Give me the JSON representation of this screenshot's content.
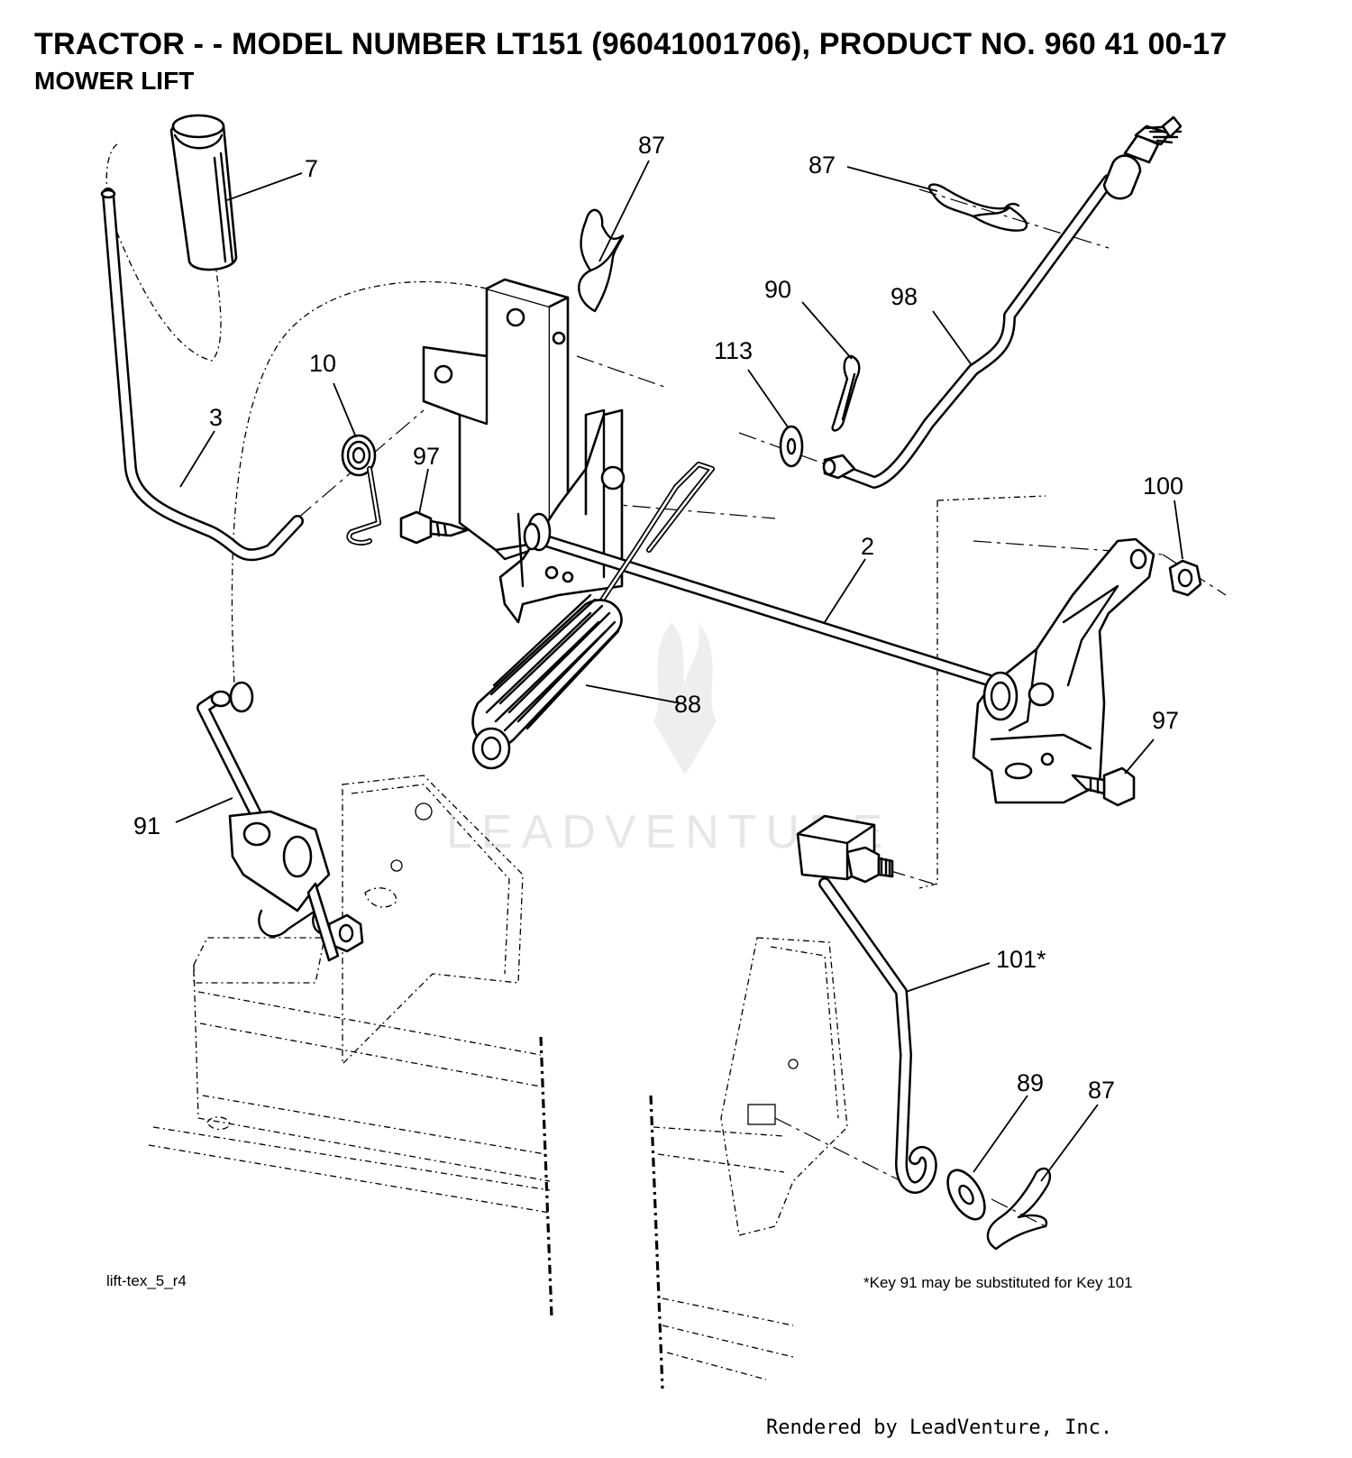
{
  "header": {
    "title": "TRACTOR - - MODEL NUMBER LT151 (96041001706), PRODUCT NO. 960 41 00-17",
    "subtitle": "MOWER LIFT"
  },
  "callouts": {
    "c7": "7",
    "c87a": "87",
    "c87b": "87",
    "c90": "90",
    "c98": "98",
    "c113": "113",
    "c10": "10",
    "c3": "3",
    "c97a": "97",
    "c100": "100",
    "c2": "2",
    "c88": "88",
    "c97b": "97",
    "c91": "91",
    "c101": "101*",
    "c89": "89",
    "c87c": "87"
  },
  "footer": {
    "drawing_ref": "lift-tex_5_r4",
    "note": "*Key 91 may be substituted for Key 101",
    "rendered_by": "Rendered by LeadVenture, Inc."
  },
  "watermark": {
    "text": "LEADVENTURE"
  },
  "colors": {
    "line": "#000000",
    "background": "#ffffff",
    "watermark": "#e6e6e6"
  }
}
